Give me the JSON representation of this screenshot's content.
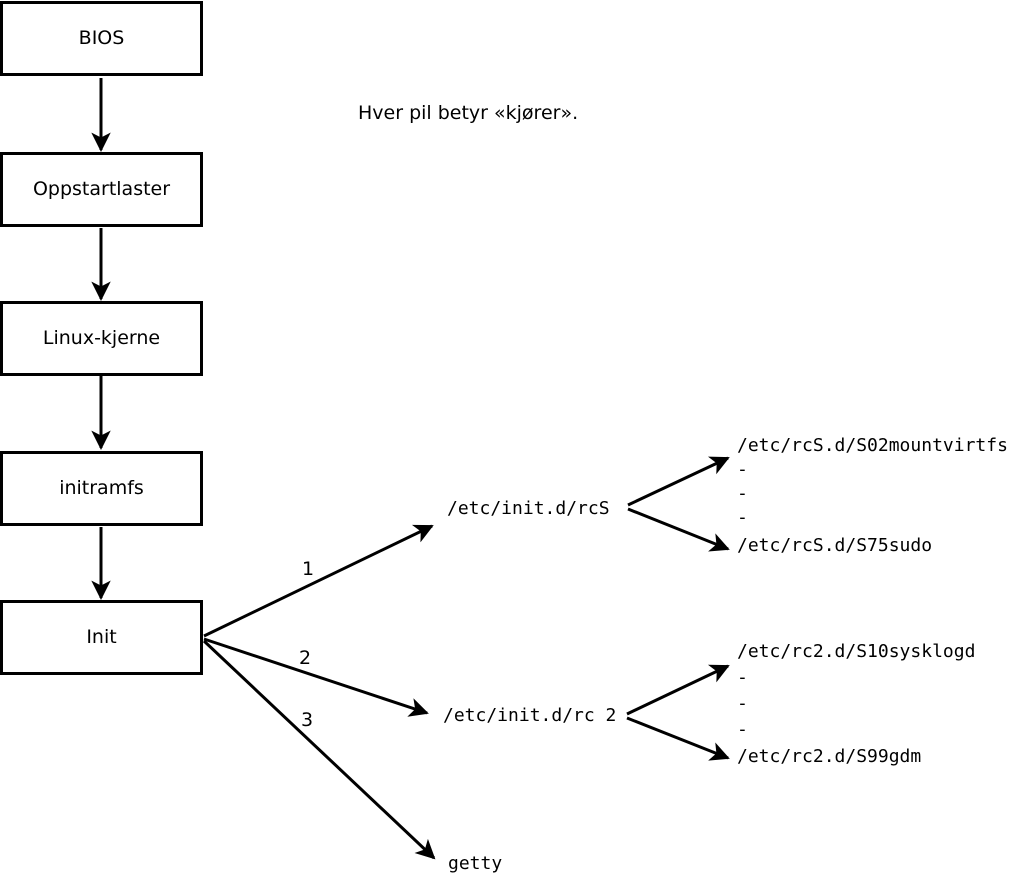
{
  "title_note": "Hver pil betyr «kjører».",
  "colors": {
    "line": "#000000",
    "background": "#ffffff",
    "box_fill": "#ffffff",
    "text": "#000000"
  },
  "flow_boxes": [
    {
      "label": "BIOS"
    },
    {
      "label": "Oppstartlaster"
    },
    {
      "label": "Linux-kjerne"
    },
    {
      "label": "initramfs"
    },
    {
      "label": "Init"
    }
  ],
  "init_branches": [
    {
      "number": "1",
      "target": "/etc/init.d/rcS"
    },
    {
      "number": "2",
      "target": "/etc/init.d/rc 2"
    },
    {
      "number": "3",
      "target": "getty"
    }
  ],
  "rcS_scripts": [
    "/etc/rcS.d/S02mountvirtfs",
    "-",
    "-",
    "-",
    "/etc/rcS.d/S75sudo"
  ],
  "rc2_scripts": [
    "/etc/rc2.d/S10sysklogd",
    "-",
    "-",
    "-",
    "/etc/rc2.d/S99gdm"
  ]
}
